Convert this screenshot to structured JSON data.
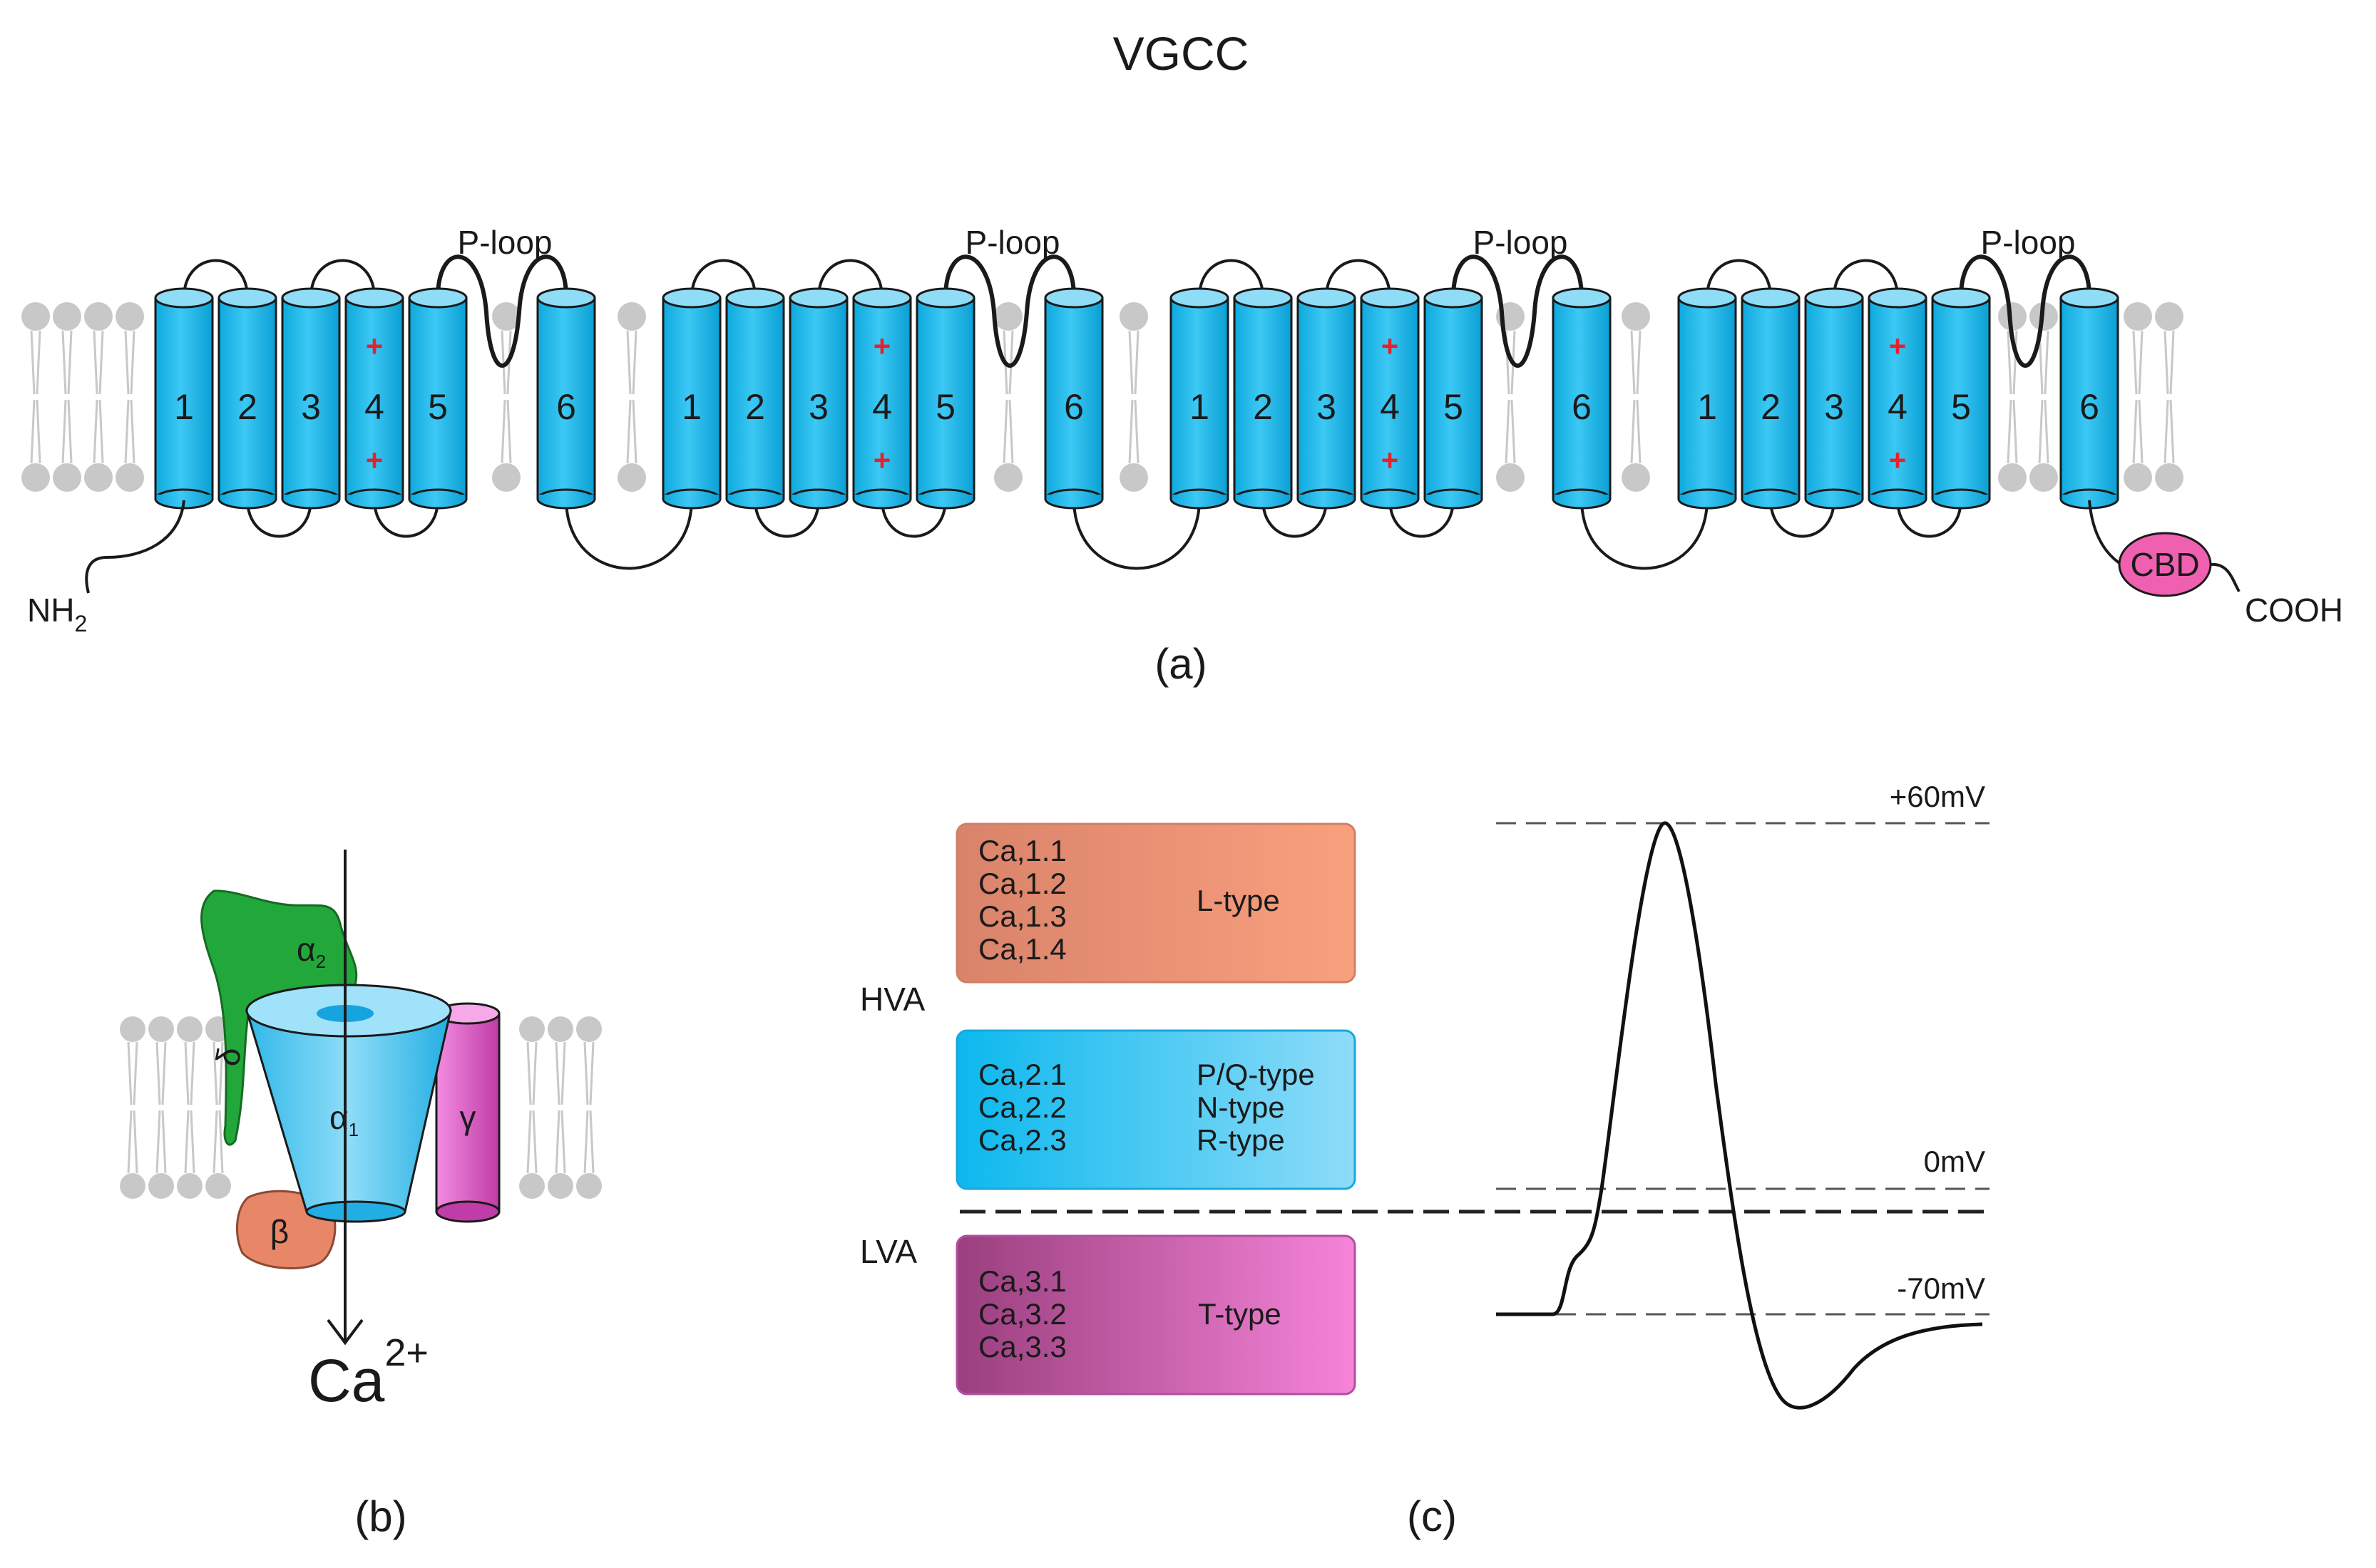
{
  "title": "VGCC",
  "panel_a": {
    "caption": "(a)",
    "domains": [
      {
        "segments": [
          "1",
          "2",
          "3",
          "4",
          "5",
          "6"
        ],
        "ploop_label": "P-loop"
      },
      {
        "segments": [
          "1",
          "2",
          "3",
          "4",
          "5",
          "6"
        ],
        "ploop_label": "P-loop"
      },
      {
        "segments": [
          "1",
          "2",
          "3",
          "4",
          "5",
          "6"
        ],
        "ploop_label": "P-loop"
      },
      {
        "segments": [
          "1",
          "2",
          "3",
          "4",
          "5",
          "6"
        ],
        "ploop_label": "P-loop"
      }
    ],
    "charge_symbol": "+",
    "n_terminus": "NH",
    "n_terminus_sub": "2",
    "cbd_label": "CBD",
    "c_terminus": "COOH"
  },
  "panel_b": {
    "caption": "(b)",
    "alpha2": "α",
    "alpha2_sub": "2",
    "delta": "δ",
    "alpha1": "α",
    "alpha1_sub": "1",
    "gamma": "γ",
    "beta": "β",
    "ion": "Ca",
    "ion_charge": "2+"
  },
  "panel_c": {
    "caption": "(c)",
    "hva_label": "HVA",
    "lva_label": "LVA",
    "boxes": [
      {
        "channels": [
          "Ca,1.1",
          "Ca,1.2",
          "Ca,1.3",
          "Ca,1.4"
        ],
        "types": [
          "L-type"
        ]
      },
      {
        "channels": [
          "Ca,2.1",
          "Ca,2.2",
          "Ca,2.3"
        ],
        "types": [
          "P/Q-type",
          "N-type",
          "R-type"
        ]
      },
      {
        "channels": [
          "Ca,3.1",
          "Ca,3.2",
          "Ca,3.3"
        ],
        "types": [
          "T-type"
        ]
      }
    ],
    "voltage_labels": {
      "peak": "+60mV",
      "zero": "0mV",
      "rest": "-70mV"
    }
  },
  "colors": {
    "cylinder": "#18b8ea",
    "cylinder_top": "#8fdcf7",
    "lipid": "#c8c8c8",
    "cbd": "#f060b0",
    "plus": "#e8202a",
    "alpha2delta": "#22a83a",
    "gamma": "#e060c8",
    "beta": "#e88668",
    "l_type_box": "#e08a6c",
    "pqnr_box": "#18bff0",
    "t_type_box": "#b45a98"
  }
}
